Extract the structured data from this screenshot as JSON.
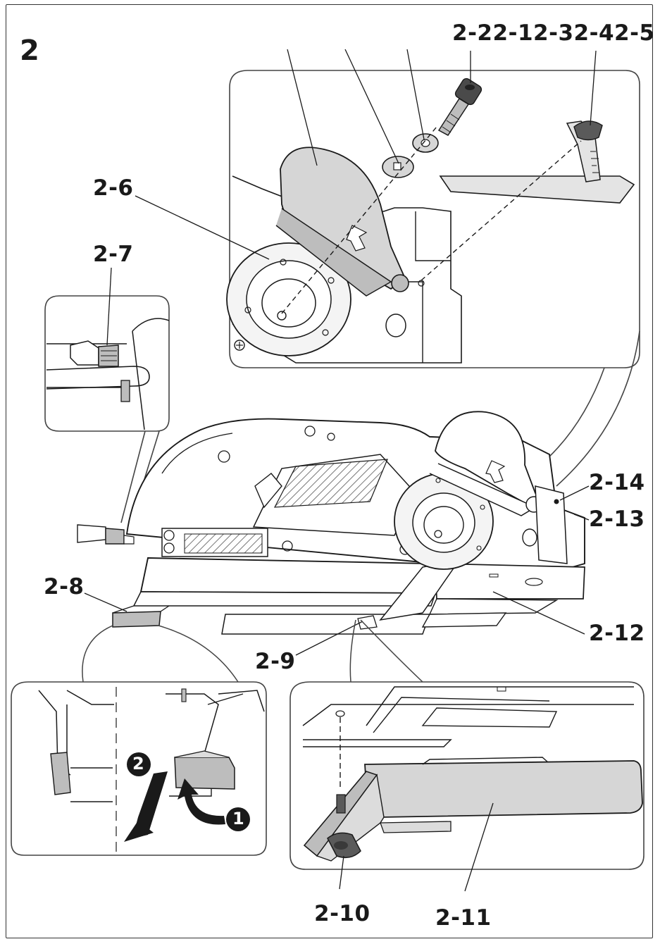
{
  "figure": {
    "number": "2"
  },
  "callouts": {
    "top_group": "2-22-12-32-42-5",
    "c2_6": "2-6",
    "c2_7": "2-7",
    "c2_8": "2-8",
    "c2_9": "2-9",
    "c2_10": "2-10",
    "c2_11": "2-11",
    "c2_12": "2-12",
    "c2_13": "2-13",
    "c2_14": "2-14"
  },
  "step_markers": {
    "step_1": "1",
    "step_2": "2"
  },
  "colors": {
    "line": "#1a1a1a",
    "part_fill": "#d6d6d6",
    "dark_part": "#5a5a5a",
    "panel_border": "#444444"
  }
}
